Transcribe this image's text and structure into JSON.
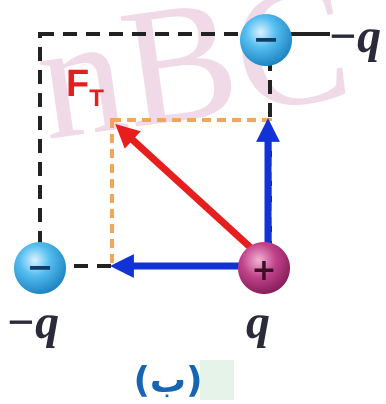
{
  "labels": {
    "top_right_charge": "−q",
    "bottom_left_charge": "−q",
    "bottom_right_charge": "q",
    "force_label": "F",
    "force_subscript": "T",
    "caption": "(ب)",
    "neg_sign": "−",
    "pos_sign": "+"
  },
  "colors": {
    "square_border": "#222222",
    "force_rectangle": "#f2a65a",
    "resultant_arrow": "#e61e1e",
    "component_arrows": "#1133d6",
    "negative_charge": "#33a9e0",
    "positive_charge": "#b0307a",
    "force_text": "#e61e1e",
    "charge_text": "#2a2a3a",
    "caption_text": "#1565b5",
    "watermark": "#b0307a"
  },
  "watermark": {
    "text": "nBC"
  }
}
